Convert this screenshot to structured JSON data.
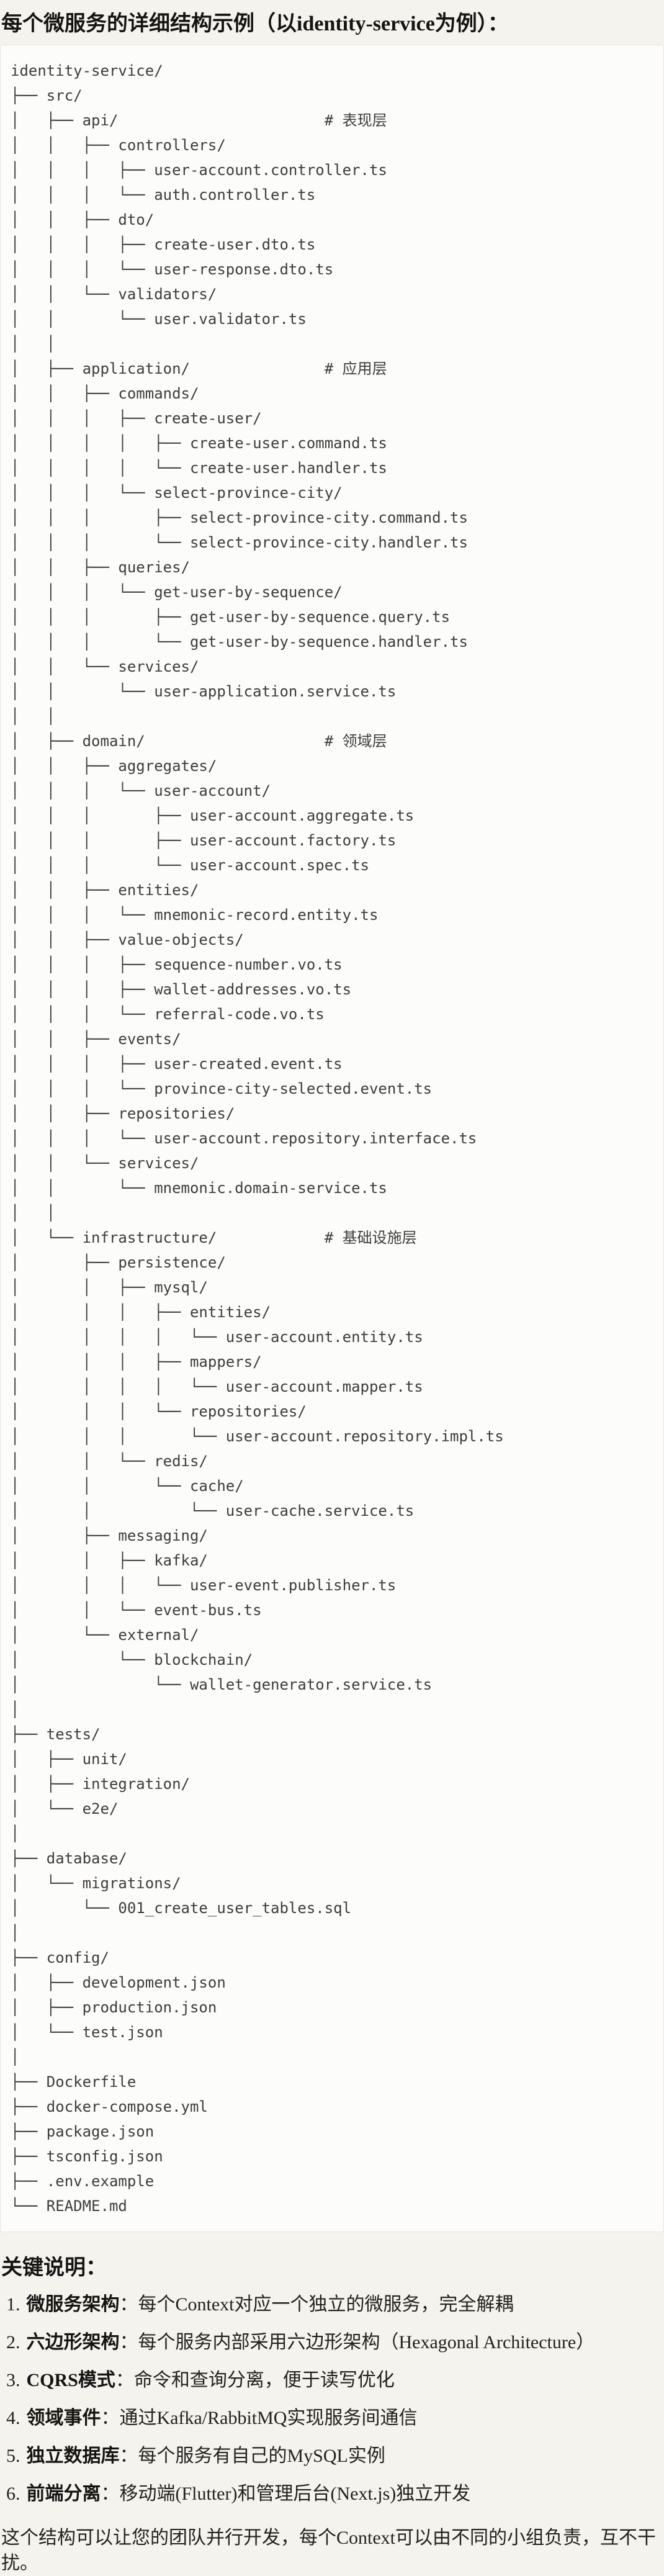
{
  "page": {
    "title": "每个微服务的详细结构示例（以identity-service为例）：",
    "colors": {
      "page_background": "#f5f3ee",
      "code_block_background": "#fcfcfb",
      "code_block_border": "#e7e4de",
      "tree_text": "#3e3d3b",
      "heading_text": "#151413",
      "body_text": "#23221f"
    }
  },
  "code_block": {
    "language": "plaintext",
    "tree_lines": [
      "identity-service/",
      "├── src/",
      "│   ├── api/                       # 表现层",
      "│   │   ├── controllers/",
      "│   │   │   ├── user-account.controller.ts",
      "│   │   │   └── auth.controller.ts",
      "│   │   ├── dto/",
      "│   │   │   ├── create-user.dto.ts",
      "│   │   │   └── user-response.dto.ts",
      "│   │   └── validators/",
      "│   │       └── user.validator.ts",
      "│   │",
      "│   ├── application/               # 应用层",
      "│   │   ├── commands/",
      "│   │   │   ├── create-user/",
      "│   │   │   │   ├── create-user.command.ts",
      "│   │   │   │   └── create-user.handler.ts",
      "│   │   │   └── select-province-city/",
      "│   │   │       ├── select-province-city.command.ts",
      "│   │   │       └── select-province-city.handler.ts",
      "│   │   ├── queries/",
      "│   │   │   └── get-user-by-sequence/",
      "│   │   │       ├── get-user-by-sequence.query.ts",
      "│   │   │       └── get-user-by-sequence.handler.ts",
      "│   │   └── services/",
      "│   │       └── user-application.service.ts",
      "│   │",
      "│   ├── domain/                    # 领域层",
      "│   │   ├── aggregates/",
      "│   │   │   └── user-account/",
      "│   │   │       ├── user-account.aggregate.ts",
      "│   │   │       ├── user-account.factory.ts",
      "│   │   │       └── user-account.spec.ts",
      "│   │   ├── entities/",
      "│   │   │   └── mnemonic-record.entity.ts",
      "│   │   ├── value-objects/",
      "│   │   │   ├── sequence-number.vo.ts",
      "│   │   │   ├── wallet-addresses.vo.ts",
      "│   │   │   └── referral-code.vo.ts",
      "│   │   ├── events/",
      "│   │   │   ├── user-created.event.ts",
      "│   │   │   └── province-city-selected.event.ts",
      "│   │   ├── repositories/",
      "│   │   │   └── user-account.repository.interface.ts",
      "│   │   └── services/",
      "│   │       └── mnemonic.domain-service.ts",
      "│   │",
      "│   └── infrastructure/            # 基础设施层",
      "│       ├── persistence/",
      "│       │   ├── mysql/",
      "│       │   │   ├── entities/",
      "│       │   │   │   └── user-account.entity.ts",
      "│       │   │   ├── mappers/",
      "│       │   │   │   └── user-account.mapper.ts",
      "│       │   │   └── repositories/",
      "│       │   │       └── user-account.repository.impl.ts",
      "│       │   └── redis/",
      "│       │       └── cache/",
      "│       │           └── user-cache.service.ts",
      "│       ├── messaging/",
      "│       │   ├── kafka/",
      "│       │   │   └── user-event.publisher.ts",
      "│       │   └── event-bus.ts",
      "│       └── external/",
      "│           └── blockchain/",
      "│               └── wallet-generator.service.ts",
      "│",
      "├── tests/",
      "│   ├── unit/",
      "│   ├── integration/",
      "│   └── e2e/",
      "│",
      "├── database/",
      "│   └── migrations/",
      "│       └── 001_create_user_tables.sql",
      "│",
      "├── config/",
      "│   ├── development.json",
      "│   ├── production.json",
      "│   └── test.json",
      "│",
      "├── Dockerfile",
      "├── docker-compose.yml",
      "├── package.json",
      "├── tsconfig.json",
      "├── .env.example",
      "└── README.md"
    ]
  },
  "notes": {
    "heading": "关键说明：",
    "items": [
      {
        "num": "1.",
        "label": "微服务架构",
        "sep": "：",
        "text": "每个Context对应一个独立的微服务，完全解耦"
      },
      {
        "num": "2.",
        "label": "六边形架构",
        "sep": "：",
        "text": "每个服务内部采用六边形架构（Hexagonal Architecture）"
      },
      {
        "num": "3.",
        "label": "CQRS模式",
        "sep": "：",
        "text": "命令和查询分离，便于读写优化"
      },
      {
        "num": "4.",
        "label": "领域事件",
        "sep": "：",
        "text": "通过Kafka/RabbitMQ实现服务间通信"
      },
      {
        "num": "5.",
        "label": "独立数据库",
        "sep": "：",
        "text": "每个服务有自己的MySQL实例"
      },
      {
        "num": "6.",
        "label": "前端分离",
        "sep": "：",
        "text": "移动端(Flutter)和管理后台(Next.js)独立开发"
      }
    ],
    "footer": "这个结构可以让您的团队并行开发，每个Context可以由不同的小组负责，互不干扰。"
  }
}
